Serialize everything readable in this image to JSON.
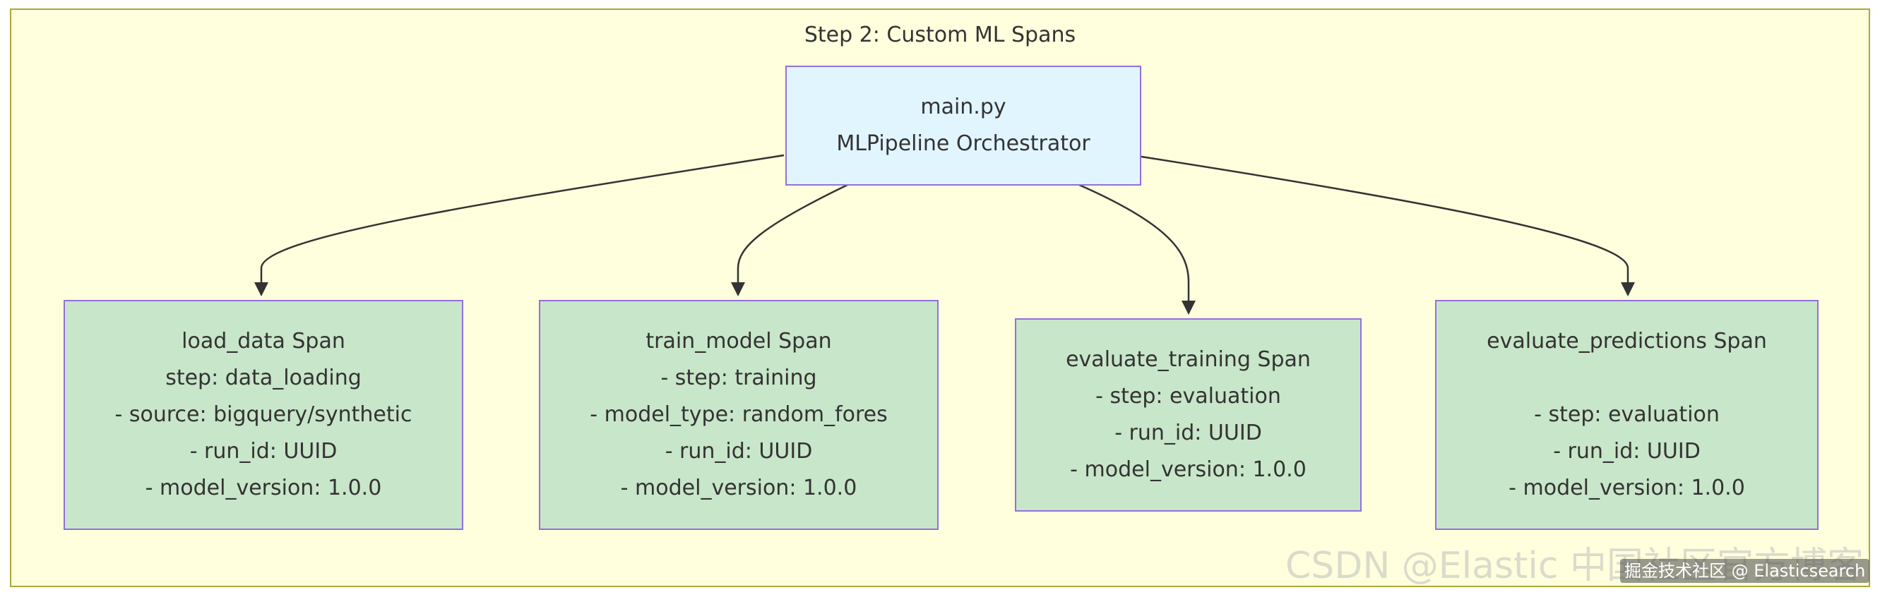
{
  "diagram": {
    "title": "Step 2: Custom ML Spans",
    "nodes": {
      "main": {
        "lines": [
          "main.py",
          "MLPipeline Orchestrator"
        ]
      },
      "load_data": {
        "lines": [
          "load_data Span",
          "step: data_loading",
          "- source: bigquery/synthetic",
          "- run_id: UUID",
          "- model_version: 1.0.0"
        ]
      },
      "train_model": {
        "lines": [
          "train_model Span",
          "- step: training",
          "- model_type: random_fores",
          "- run_id: UUID",
          "- model_version: 1.0.0"
        ]
      },
      "evaluate_training": {
        "lines": [
          "evaluate_training Span",
          "- step: evaluation",
          "- run_id: UUID",
          "- model_version: 1.0.0"
        ]
      },
      "evaluate_predictions": {
        "lines": [
          "evaluate_predictions Span",
          "",
          "- step: evaluation",
          "- run_id: UUID",
          "- model_version: 1.0.0"
        ]
      }
    },
    "edges": [
      {
        "from": "main",
        "to": "load_data"
      },
      {
        "from": "main",
        "to": "train_model"
      },
      {
        "from": "main",
        "to": "evaluate_training"
      },
      {
        "from": "main",
        "to": "evaluate_predictions"
      }
    ],
    "colors": {
      "cluster_fill": "#ffffde",
      "cluster_border": "#aaaa33",
      "main_fill": "#e1f5fe",
      "span_fill": "#c8e6c9",
      "node_border": "#9370db",
      "edge": "#333333"
    }
  },
  "watermark": {
    "text": "CSDN @Elastic 中国社区官方博客",
    "credit": "掘金技术社区 @ Elasticsearch"
  }
}
